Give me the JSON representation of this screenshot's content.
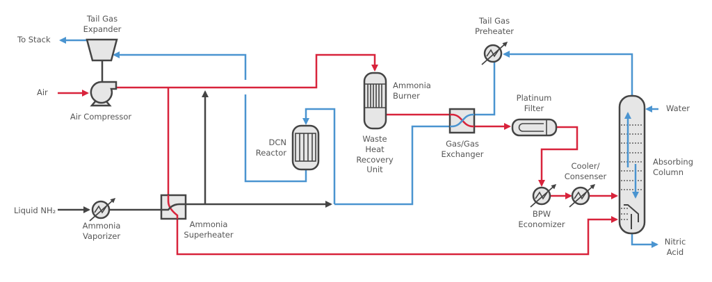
{
  "colors": {
    "hot_stream": "#d8233b",
    "cool_stream": "#4a94d0",
    "process_line": "#444444",
    "equipment_fill": "#e6e6e6"
  },
  "labels": {
    "tail_gas_expander": [
      "Tail Gas",
      "Expander"
    ],
    "to_stack": "To Stack",
    "air": "Air",
    "air_compressor": "Air Compressor",
    "liquid_nh2": "Liquid NH₂",
    "ammonia_vaporizer": [
      "Ammonia",
      "Vaporizer"
    ],
    "ammonia_superheater": [
      "Ammonia",
      "Superheater"
    ],
    "dcn_reactor": [
      "DCN",
      "Reactor"
    ],
    "ammonia_burner": [
      "Ammonia",
      "Burner"
    ],
    "waste_heat_recovery_unit": [
      "Waste",
      "Heat",
      "Recovery",
      "Unit"
    ],
    "gas_gas_exchanger": [
      "Gas/Gas",
      "Exchanger"
    ],
    "tail_gas_preheater": [
      "Tail Gas",
      "Preheater"
    ],
    "platinum_filter": [
      "Platinum",
      "Filter"
    ],
    "bpw_economizer": [
      "BPW",
      "Economizer"
    ],
    "cooler_condenser": [
      "Cooler/",
      "Consenser"
    ],
    "absorbing_column": [
      "Absorbing",
      "Column"
    ],
    "water": "Water",
    "nitric_acid": [
      "Nitric",
      "Acid"
    ]
  }
}
